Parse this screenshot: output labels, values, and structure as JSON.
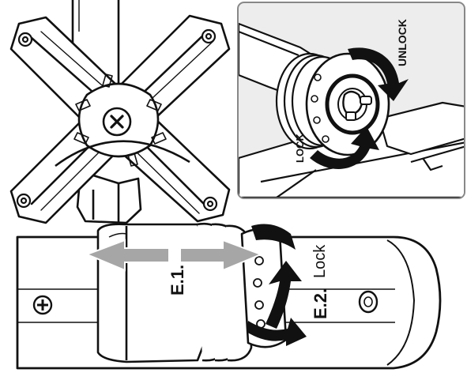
{
  "labels": {
    "step1": "E.1.",
    "step2": "E.2.",
    "lock_main": "Lock",
    "inset_lock": "LOCK",
    "inset_unlock": "UNLOCK"
  },
  "colors": {
    "line": "#111111",
    "arrow_grey": "#a6a6a6",
    "inset_bg": "#ededed",
    "inset_border": "#888888"
  },
  "icons": {
    "vesa_plate": "vesa-plate-icon",
    "screw": "screw-icon",
    "slide_arrows": "double-arrow-icon",
    "rotate_arrow": "rotate-arrow-icon"
  }
}
